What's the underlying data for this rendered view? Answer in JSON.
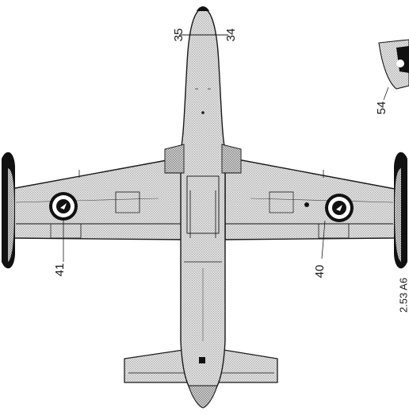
{
  "figure": {
    "callouts": [
      {
        "id": "c35",
        "text": "35"
      },
      {
        "id": "c34",
        "text": "34"
      },
      {
        "id": "c41",
        "text": "41"
      },
      {
        "id": "c40",
        "text": "40"
      },
      {
        "id": "c54",
        "text": "54"
      },
      {
        "id": "cedge",
        "text": "2.53 A6"
      }
    ],
    "colors": {
      "ink": "#1a1a1a",
      "fill": "#d6d6d6",
      "fill_dark": "#b9b9b9",
      "roundel_outer": "#ffffff",
      "roundel_inner": "#111111"
    }
  }
}
